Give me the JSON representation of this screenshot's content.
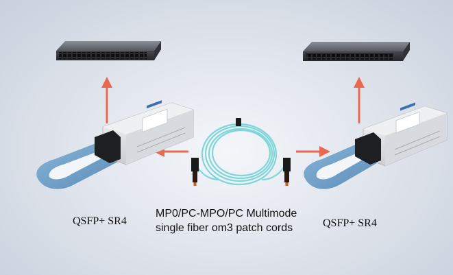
{
  "left_module": {
    "label": "QSFP+  SR4"
  },
  "right_module": {
    "label": "QSFP+  SR4"
  },
  "cable": {
    "caption_line1": "MP0/PC-MPO/PC Multimode",
    "caption_line2": "single fiber om3 patch cords"
  },
  "colors": {
    "arrow": "#e8694f",
    "fiber": "#7fd6d8",
    "pull_tab": "#6f9fc6",
    "switch_body": "#3c3f44"
  },
  "icons": [
    "switch-icon",
    "qsfp-module-icon",
    "fiber-cable-icon",
    "arrow-icon"
  ]
}
